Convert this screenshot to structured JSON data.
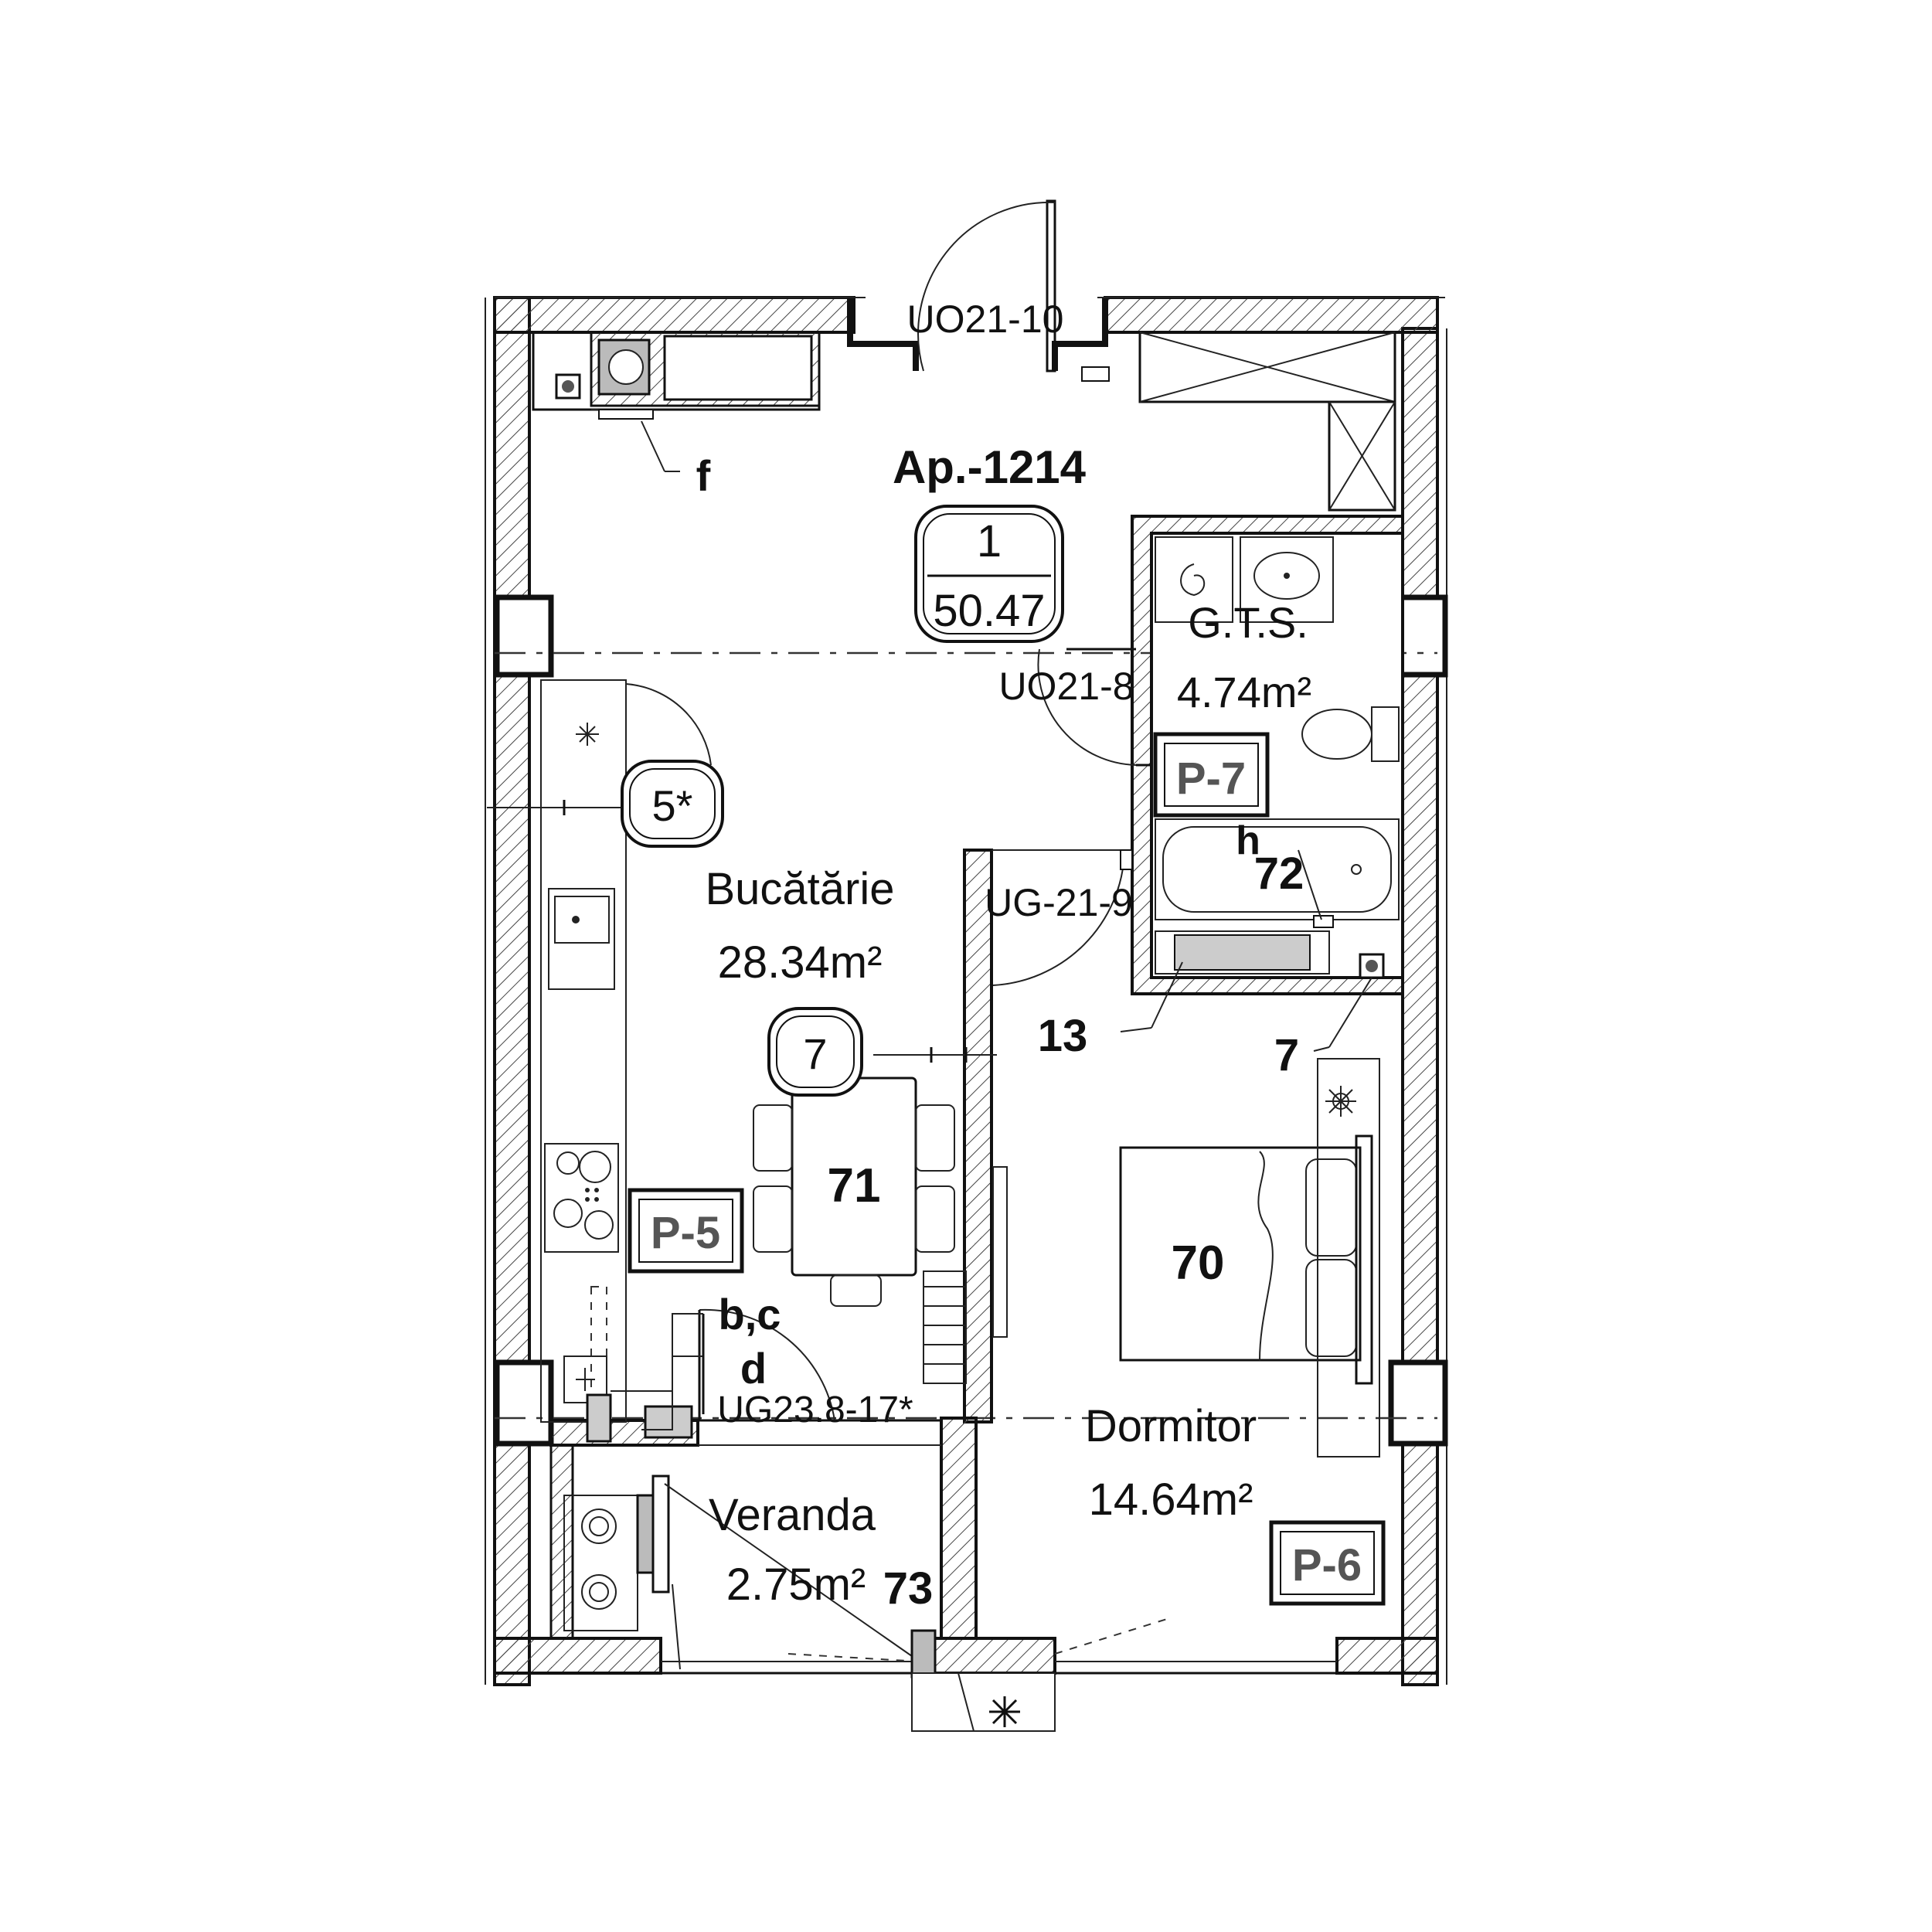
{
  "apartment": {
    "label": "Ap.-1214",
    "rooms": "1",
    "area": "50.47"
  },
  "rooms": {
    "kitchen": {
      "name": "Bucătărie",
      "area": "28.34m²"
    },
    "bathroom": {
      "name": "G.T.S.",
      "area": "4.74m²"
    },
    "bedroom": {
      "name": "Dormitor",
      "area": "14.64m²"
    },
    "veranda": {
      "name": "Veranda",
      "area": "2.75m²"
    }
  },
  "doors": {
    "entrance": "UO21-10",
    "bathroom": "UO21-8",
    "bedroom": "UG-21-9",
    "veranda": "UG23.8-17*"
  },
  "panels": {
    "p5": "P-5",
    "p6": "P-6",
    "p7": "P-7"
  },
  "circle_tags": {
    "t5": "5*",
    "t7": "7"
  },
  "labels": {
    "f": "f",
    "h": "h",
    "bc": "b,c",
    "d": "d",
    "n70": "70",
    "n71": "71",
    "n72": "72",
    "n73": "73",
    "n13": "13",
    "n7": "7"
  },
  "icons": [
    "snowflake-icon",
    "star-vent-icon",
    "flower-icon"
  ]
}
